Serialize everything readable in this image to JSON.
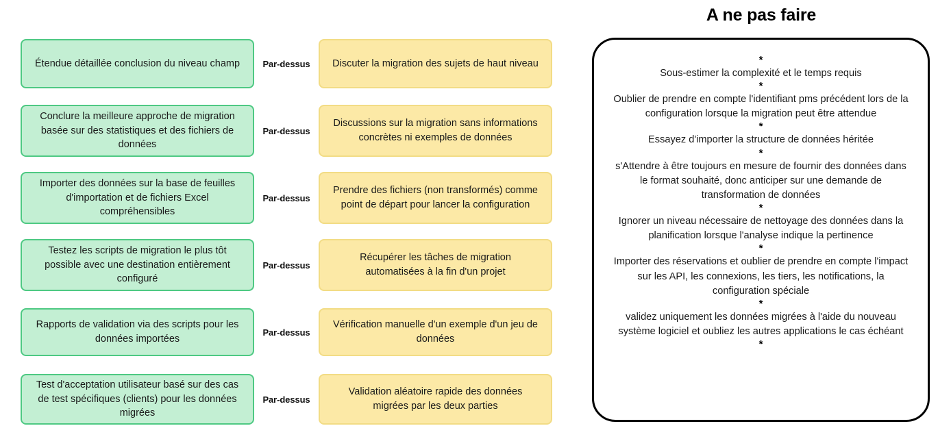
{
  "comparison": {
    "relation_label": "Par-dessus",
    "good_color": "#c3efd3",
    "good_border_color": "#4ec983",
    "bad_color": "#fce9a6",
    "bad_border_color": "#f2dc85",
    "rows": [
      {
        "good": "Étendue détaillée conclusion du niveau champ",
        "relation": "Par-dessus",
        "bad": "Discuter la migration des sujets de haut niveau"
      },
      {
        "good": "Conclure la meilleure approche de migration basée sur des statistiques et des fichiers de données",
        "relation": "Par-dessus",
        "bad": "Discussions sur la migration sans informations concrètes ni exemples de données"
      },
      {
        "good": "Importer des données sur la base de feuilles d'importation et de fichiers Excel compréhensibles",
        "relation": "Par-dessus",
        "bad": "Prendre des fichiers (non transformés) comme point de départ pour lancer la configuration"
      },
      {
        "good": "Testez les scripts de migration le plus tôt possible avec une destination entièrement configuré",
        "relation": "Par-dessus",
        "bad": "Récupérer les tâches de migration automatisées à la fin d'un projet"
      },
      {
        "good": "Rapports de validation via des scripts pour les données importées",
        "relation": "Par-dessus",
        "bad": "Vérification manuelle d'un exemple d'un jeu de données"
      },
      {
        "good": "Test d'acceptation utilisateur basé sur des cas de test spécifiques (clients) pour les données migrées",
        "relation": "Par-dessus",
        "bad": "Validation aléatoire rapide des données migrées par les deux parties"
      }
    ]
  },
  "dont_panel": {
    "title": "A ne pas faire",
    "bullet_glyph": "*",
    "border_color": "#000000",
    "items": [
      "Sous-estimer la complexité et le temps requis",
      "Oublier de prendre en compte l'identifiant pms précédent lors de la configuration lorsque la migration peut être attendue",
      "Essayez d'importer la structure de données héritée",
      "s'Attendre à être toujours en mesure de fournir des données dans le format souhaité, donc anticiper sur une demande de transformation de données",
      "Ignorer un niveau nécessaire de nettoyage des données dans la planification lorsque l'analyse indique la pertinence",
      "Importer des réservations et oublier de prendre en compte l'impact sur les API, les connexions, les tiers, les notifications, la configuration spéciale",
      "validez uniquement les données migrées à l'aide du nouveau système logiciel et oubliez les autres applications le cas échéant"
    ]
  }
}
